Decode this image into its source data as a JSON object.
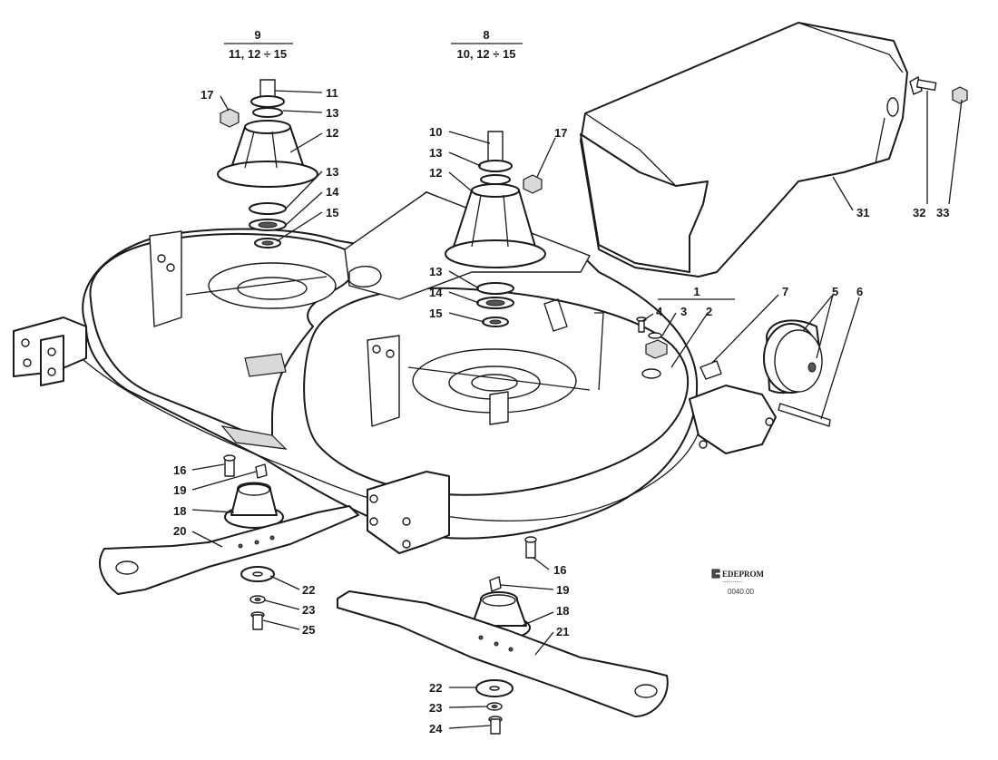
{
  "assemblies": [
    {
      "id": "assembly-9",
      "number": "9",
      "contents": "11, 12 ÷ 15"
    },
    {
      "id": "assembly-8",
      "number": "8",
      "contents": "10, 12 ÷ 15"
    },
    {
      "id": "assembly-1",
      "number": "1"
    }
  ],
  "callouts": [
    {
      "id": "c17a",
      "text": "17",
      "name": "callout-17-left-nut"
    },
    {
      "id": "c11",
      "text": "11",
      "name": "callout-11-left-shaft"
    },
    {
      "id": "c13a",
      "text": "13",
      "name": "callout-13-left-upper-bearing"
    },
    {
      "id": "c12a",
      "text": "12",
      "name": "callout-12-left-spindle-housing"
    },
    {
      "id": "c13b",
      "text": "13",
      "name": "callout-13-left-lower-bearing"
    },
    {
      "id": "c14a",
      "text": "14",
      "name": "callout-14-left-spacer"
    },
    {
      "id": "c15a",
      "text": "15",
      "name": "callout-15-left-washer"
    },
    {
      "id": "c10",
      "text": "10",
      "name": "callout-10-right-shaft"
    },
    {
      "id": "c13c",
      "text": "13",
      "name": "callout-13-right-upper-bearing"
    },
    {
      "id": "c12b",
      "text": "12",
      "name": "callout-12-right-spindle-housing"
    },
    {
      "id": "c17b",
      "text": "17",
      "name": "callout-17-right-nut"
    },
    {
      "id": "c13d",
      "text": "13",
      "name": "callout-13-right-lower-bearing"
    },
    {
      "id": "c14b",
      "text": "14",
      "name": "callout-14-right-spacer"
    },
    {
      "id": "c15b",
      "text": "15",
      "name": "callout-15-right-washer"
    },
    {
      "id": "c31",
      "text": "31",
      "name": "callout-31-discharge-chute"
    },
    {
      "id": "c32",
      "text": "32",
      "name": "callout-32-chute-bolt"
    },
    {
      "id": "c33",
      "text": "33",
      "name": "callout-33-chute-nut"
    },
    {
      "id": "c4",
      "text": "4",
      "name": "callout-4-screw"
    },
    {
      "id": "c3",
      "text": "3",
      "name": "callout-3-washer"
    },
    {
      "id": "c2",
      "text": "2",
      "name": "callout-2-deck-shell"
    },
    {
      "id": "c7",
      "text": "7",
      "name": "callout-7-clip"
    },
    {
      "id": "c5",
      "text": "5",
      "name": "callout-5-roller"
    },
    {
      "id": "c6",
      "text": "6",
      "name": "callout-6-roller-pin"
    },
    {
      "id": "c16a",
      "text": "16",
      "name": "callout-16-left-blade-bolt"
    },
    {
      "id": "c19a",
      "text": "19",
      "name": "callout-19-left-key"
    },
    {
      "id": "c18a",
      "text": "18",
      "name": "callout-18-left-blade-hub"
    },
    {
      "id": "c20",
      "text": "20",
      "name": "callout-20-left-blade"
    },
    {
      "id": "c22a",
      "text": "22",
      "name": "callout-22-left-blade-washer"
    },
    {
      "id": "c23a",
      "text": "23",
      "name": "callout-23-left-lock-washer"
    },
    {
      "id": "c25",
      "text": "25",
      "name": "callout-25-left-blade-screw"
    },
    {
      "id": "c16b",
      "text": "16",
      "name": "callout-16-right-blade-bolt"
    },
    {
      "id": "c19b",
      "text": "19",
      "name": "callout-19-right-key"
    },
    {
      "id": "c18b",
      "text": "18",
      "name": "callout-18-right-blade-hub"
    },
    {
      "id": "c21",
      "text": "21",
      "name": "callout-21-right-blade"
    },
    {
      "id": "c22b",
      "text": "22",
      "name": "callout-22-right-blade-washer"
    },
    {
      "id": "c23b",
      "text": "23",
      "name": "callout-23-right-lock-washer"
    },
    {
      "id": "c24",
      "text": "24",
      "name": "callout-24-right-blade-screw"
    }
  ],
  "logo": {
    "brand": "EDEPROM",
    "tagline": "..........",
    "code": "0040.00"
  }
}
